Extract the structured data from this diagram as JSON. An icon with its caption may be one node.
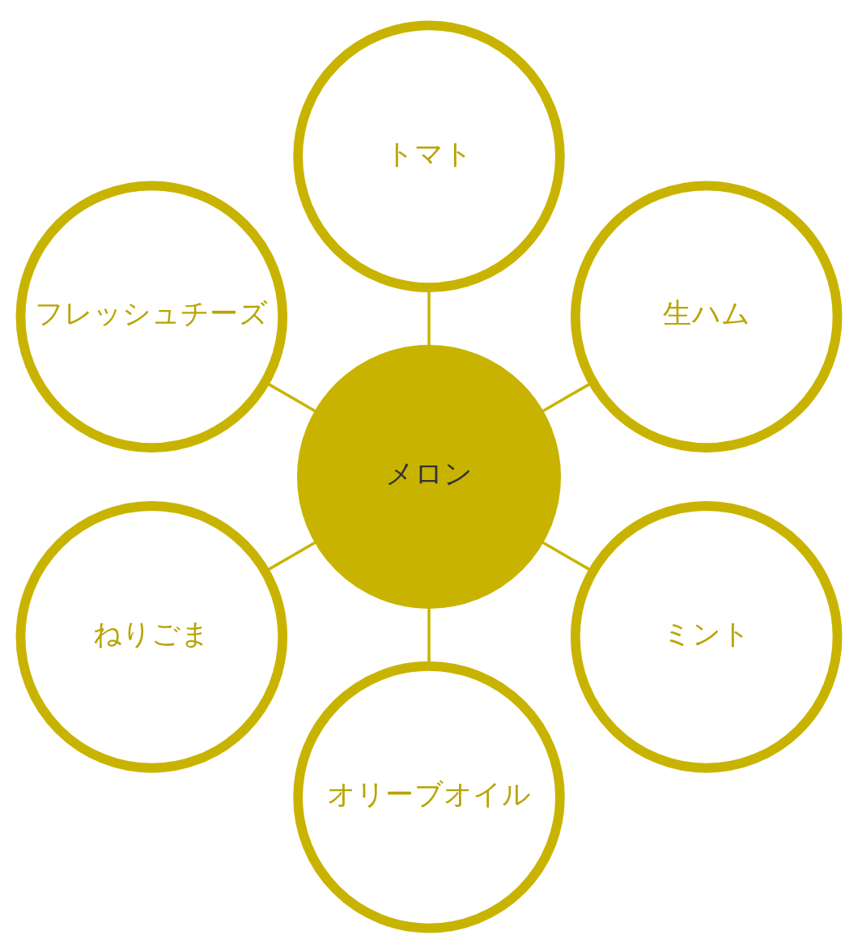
{
  "diagram": {
    "nodes": [
      {
        "text": [
          "生ハム"
        ]
      },
      {
        "text": [
          "トマト"
        ]
      },
      {
        "text": [
          "フレッシュチーズ"
        ]
      },
      {
        "text": [
          "メロン"
        ]
      },
      {
        "text": [
          "ねりごま"
        ]
      },
      {
        "text": [
          "オリーブオイル"
        ]
      },
      {
        "text": [
          "ミント"
        ]
      }
    ],
    "edges": [
      {
        "from": 3,
        "to": 0,
        "arrow": "none"
      },
      {
        "from": 3,
        "to": 2,
        "arrow": "none"
      },
      {
        "from": 3,
        "to": 5,
        "arrow": "none"
      },
      {
        "from": 3,
        "to": 6,
        "arrow": "none"
      },
      {
        "from": 3,
        "to": 4,
        "arrow": "none"
      },
      {
        "from": 3,
        "to": 1,
        "arrow": "none"
      }
    ]
  }
}
